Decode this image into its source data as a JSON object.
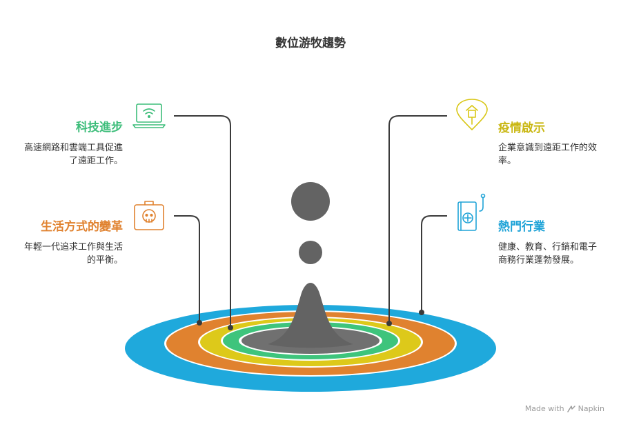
{
  "title": "數位游牧趨勢",
  "items": [
    {
      "heading": "科技進步",
      "desc": "高速網路和雲端工具促進了遠距工作。",
      "icon": "laptop-wifi-icon",
      "color": "#3dbd7a"
    },
    {
      "heading": "生活方式的變革",
      "desc": "年輕一代追求工作與生活的平衡。",
      "icon": "briefcase-face-icon",
      "color": "#e0822f"
    },
    {
      "heading": "疫情啟示",
      "desc": "企業意識到遠距工作的效率。",
      "icon": "location-pin-icon",
      "color": "#d8c614"
    },
    {
      "heading": "熱門行業",
      "desc": "健康、教育、行銷和電子商務行業蓬勃發展。",
      "icon": "medical-book-icon",
      "color": "#1fa3d7"
    }
  ],
  "ring_colors": {
    "outer": "#1fa9dc",
    "orange": "#e0822f",
    "yellow": "#ddc91a",
    "green": "#3ec47c",
    "inner": "#707070",
    "drop": "#636363"
  },
  "footer": {
    "made_with": "Made with",
    "brand": "Napkin"
  }
}
